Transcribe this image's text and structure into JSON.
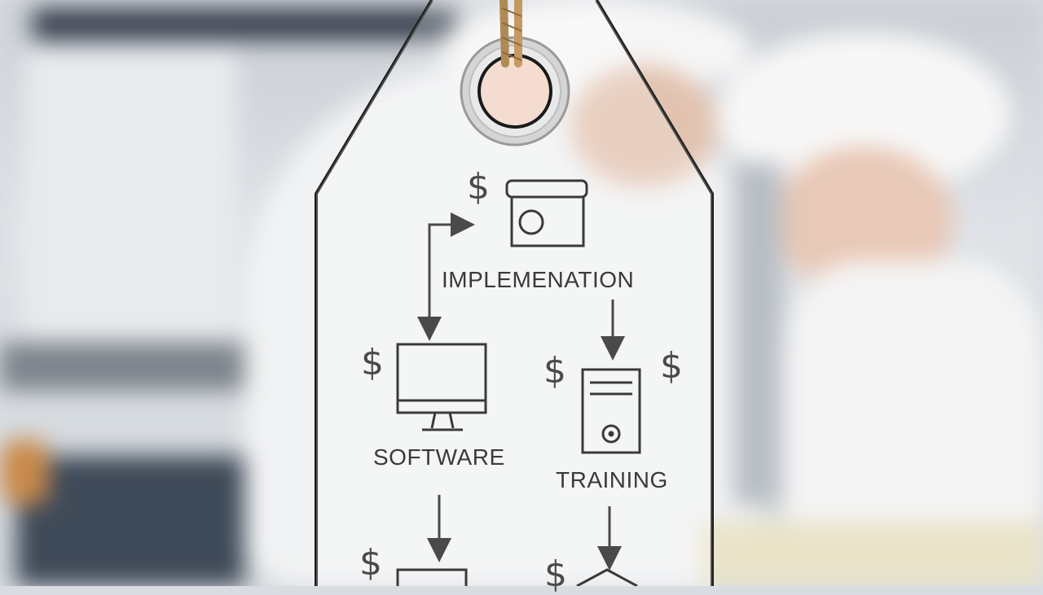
{
  "labels": {
    "implementation": "IMPLEMENATION",
    "software": "SOFTWARE",
    "training": "TRAINING"
  },
  "currency_symbol": "$",
  "icons": [
    "camera-icon",
    "monitor-icon",
    "server-icon",
    "box-icon",
    "house-icon",
    "arrow-icon",
    "dollar-icon"
  ],
  "colors": {
    "line": "#2b2b2b",
    "tag_fill": "#ffffff",
    "background": "#d9dde2",
    "twine": "#b08a55"
  }
}
